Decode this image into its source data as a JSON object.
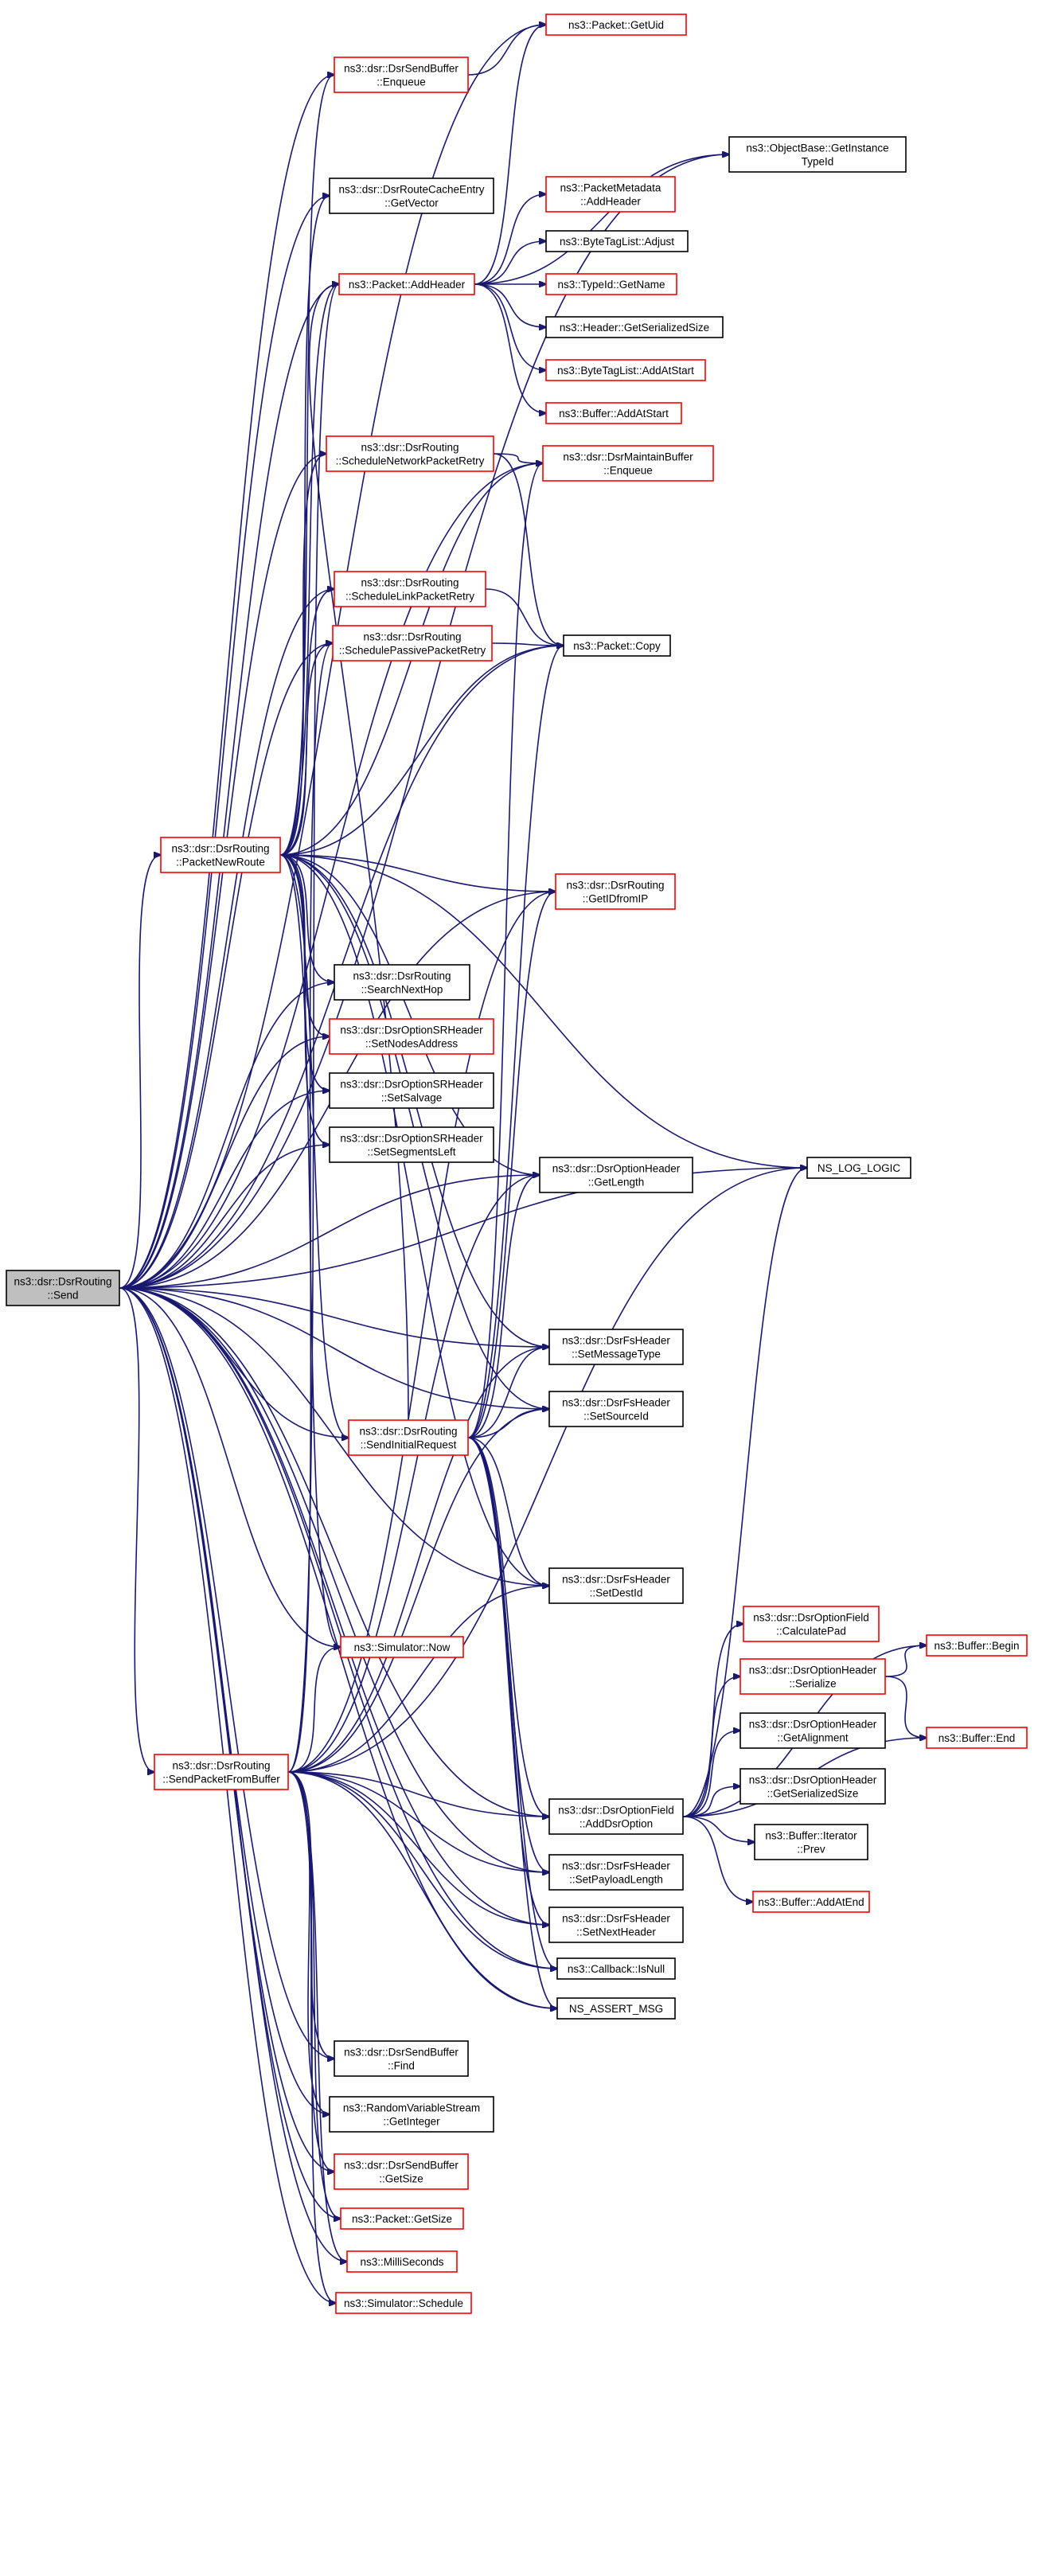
{
  "graph": {
    "colors": {
      "background": "#ffffff",
      "edge": "#191970",
      "node_fill": "#ffffff",
      "node_fill_root": "#bfbfbf",
      "node_border_plain": "#000000",
      "node_border_truncated": "#ff0000",
      "node_border_root": "#000000",
      "text": "#000000"
    },
    "nodes": [
      {
        "id": "send",
        "lines": [
          "ns3::dsr::DsrRouting",
          "::Send"
        ],
        "kind": "root"
      },
      {
        "id": "getUid",
        "lines": [
          "ns3::Packet::GetUid"
        ],
        "kind": "truncated"
      },
      {
        "id": "sbEnqueue",
        "lines": [
          "ns3::dsr::DsrSendBuffer",
          "::Enqueue"
        ],
        "kind": "truncated"
      },
      {
        "id": "objGetInstance",
        "lines": [
          "ns3::ObjectBase::GetInstance",
          "TypeId"
        ],
        "kind": "plain"
      },
      {
        "id": "rceGetVector",
        "lines": [
          "ns3::dsr::DsrRouteCacheEntry",
          "::GetVector"
        ],
        "kind": "plain"
      },
      {
        "id": "pmAddHeader",
        "lines": [
          "ns3::PacketMetadata",
          "::AddHeader"
        ],
        "kind": "truncated"
      },
      {
        "id": "btlAdjust",
        "lines": [
          "ns3::ByteTagList::Adjust"
        ],
        "kind": "plain"
      },
      {
        "id": "pktAddHeader",
        "lines": [
          "ns3::Packet::AddHeader"
        ],
        "kind": "truncated"
      },
      {
        "id": "typeGetName",
        "lines": [
          "ns3::TypeId::GetName"
        ],
        "kind": "truncated"
      },
      {
        "id": "hdrGetSerSize",
        "lines": [
          "ns3::Header::GetSerializedSize"
        ],
        "kind": "plain"
      },
      {
        "id": "btlAddAtStart",
        "lines": [
          "ns3::ByteTagList::AddAtStart"
        ],
        "kind": "truncated"
      },
      {
        "id": "bufAddAtStart",
        "lines": [
          "ns3::Buffer::AddAtStart"
        ],
        "kind": "truncated"
      },
      {
        "id": "schedNetRetry",
        "lines": [
          "ns3::dsr::DsrRouting",
          "::ScheduleNetworkPacketRetry"
        ],
        "kind": "truncated"
      },
      {
        "id": "mbEnqueue",
        "lines": [
          "ns3::dsr::DsrMaintainBuffer",
          "::Enqueue"
        ],
        "kind": "truncated"
      },
      {
        "id": "schedLinkRetry",
        "lines": [
          "ns3::dsr::DsrRouting",
          "::ScheduleLinkPacketRetry"
        ],
        "kind": "truncated"
      },
      {
        "id": "pktCopy",
        "lines": [
          "ns3::Packet::Copy"
        ],
        "kind": "plain"
      },
      {
        "id": "schedPassRetry",
        "lines": [
          "ns3::dsr::DsrRouting",
          "::SchedulePassivePacketRetry"
        ],
        "kind": "truncated"
      },
      {
        "id": "pktNewRoute",
        "lines": [
          "ns3::dsr::DsrRouting",
          "::PacketNewRoute"
        ],
        "kind": "truncated"
      },
      {
        "id": "getIdFromIp",
        "lines": [
          "ns3::dsr::DsrRouting",
          "::GetIDfromIP"
        ],
        "kind": "truncated"
      },
      {
        "id": "searchNextHop",
        "lines": [
          "ns3::dsr::DsrRouting",
          "::SearchNextHop"
        ],
        "kind": "plain"
      },
      {
        "id": "srSetNodesAddr",
        "lines": [
          "ns3::dsr::DsrOptionSRHeader",
          "::SetNodesAddress"
        ],
        "kind": "truncated"
      },
      {
        "id": "srSetSalvage",
        "lines": [
          "ns3::dsr::DsrOptionSRHeader",
          "::SetSalvage"
        ],
        "kind": "plain"
      },
      {
        "id": "srSetSegLeft",
        "lines": [
          "ns3::dsr::DsrOptionSRHeader",
          "::SetSegmentsLeft"
        ],
        "kind": "plain"
      },
      {
        "id": "nsLogLogic",
        "lines": [
          "NS_LOG_LOGIC"
        ],
        "kind": "plain"
      },
      {
        "id": "ohGetLength",
        "lines": [
          "ns3::dsr::DsrOptionHeader",
          "::GetLength"
        ],
        "kind": "plain"
      },
      {
        "id": "fsSetMsgType",
        "lines": [
          "ns3::dsr::DsrFsHeader",
          "::SetMessageType"
        ],
        "kind": "plain"
      },
      {
        "id": "fsSetSourceId",
        "lines": [
          "ns3::dsr::DsrFsHeader",
          "::SetSourceId"
        ],
        "kind": "plain"
      },
      {
        "id": "sendInitReq",
        "lines": [
          "ns3::dsr::DsrRouting",
          "::SendInitialRequest"
        ],
        "kind": "truncated"
      },
      {
        "id": "fsSetDestId",
        "lines": [
          "ns3::dsr::DsrFsHeader",
          "::SetDestId"
        ],
        "kind": "plain"
      },
      {
        "id": "ofCalcPad",
        "lines": [
          "ns3::dsr::DsrOptionField",
          "::CalculatePad"
        ],
        "kind": "truncated"
      },
      {
        "id": "bufBegin",
        "lines": [
          "ns3::Buffer::Begin"
        ],
        "kind": "truncated"
      },
      {
        "id": "simNow",
        "lines": [
          "ns3::Simulator::Now"
        ],
        "kind": "truncated"
      },
      {
        "id": "ohSerialize",
        "lines": [
          "ns3::dsr::DsrOptionHeader",
          "::Serialize"
        ],
        "kind": "truncated"
      },
      {
        "id": "bufEnd",
        "lines": [
          "ns3::Buffer::End"
        ],
        "kind": "truncated"
      },
      {
        "id": "sendFromBuf",
        "lines": [
          "ns3::dsr::DsrRouting",
          "::SendPacketFromBuffer"
        ],
        "kind": "truncated"
      },
      {
        "id": "ohGetAlign",
        "lines": [
          "ns3::dsr::DsrOptionHeader",
          "::GetAlignment"
        ],
        "kind": "plain"
      },
      {
        "id": "ohGetSerSize",
        "lines": [
          "ns3::dsr::DsrOptionHeader",
          "::GetSerializedSize"
        ],
        "kind": "plain"
      },
      {
        "id": "ofAddDsrOpt",
        "lines": [
          "ns3::dsr::DsrOptionField",
          "::AddDsrOption"
        ],
        "kind": "plain"
      },
      {
        "id": "bufIterPrev",
        "lines": [
          "ns3::Buffer::Iterator",
          "::Prev"
        ],
        "kind": "plain"
      },
      {
        "id": "fsSetPayload",
        "lines": [
          "ns3::dsr::DsrFsHeader",
          "::SetPayloadLength"
        ],
        "kind": "plain"
      },
      {
        "id": "bufAddAtEnd",
        "lines": [
          "ns3::Buffer::AddAtEnd"
        ],
        "kind": "truncated"
      },
      {
        "id": "fsSetNextHdr",
        "lines": [
          "ns3::dsr::DsrFsHeader",
          "::SetNextHeader"
        ],
        "kind": "plain"
      },
      {
        "id": "cbIsNull",
        "lines": [
          "ns3::Callback::IsNull"
        ],
        "kind": "plain"
      },
      {
        "id": "nsAssertMsg",
        "lines": [
          "NS_ASSERT_MSG"
        ],
        "kind": "plain"
      },
      {
        "id": "sbFind",
        "lines": [
          "ns3::dsr::DsrSendBuffer",
          "::Find"
        ],
        "kind": "plain"
      },
      {
        "id": "rvsGetInt",
        "lines": [
          "ns3::RandomVariableStream",
          "::GetInteger"
        ],
        "kind": "plain"
      },
      {
        "id": "sbGetSize",
        "lines": [
          "ns3::dsr::DsrSendBuffer",
          "::GetSize"
        ],
        "kind": "truncated"
      },
      {
        "id": "pktGetSize",
        "lines": [
          "ns3::Packet::GetSize"
        ],
        "kind": "truncated"
      },
      {
        "id": "milliSec",
        "lines": [
          "ns3::MilliSeconds"
        ],
        "kind": "truncated"
      },
      {
        "id": "simSchedule",
        "lines": [
          "ns3::Simulator::Schedule"
        ],
        "kind": "truncated"
      }
    ],
    "edges": [
      [
        "send",
        "getUid"
      ],
      [
        "send",
        "sbEnqueue"
      ],
      [
        "send",
        "objGetInstance"
      ],
      [
        "send",
        "rceGetVector"
      ],
      [
        "send",
        "pktAddHeader"
      ],
      [
        "send",
        "schedNetRetry"
      ],
      [
        "send",
        "mbEnqueue"
      ],
      [
        "send",
        "schedLinkRetry"
      ],
      [
        "send",
        "pktCopy"
      ],
      [
        "send",
        "schedPassRetry"
      ],
      [
        "send",
        "pktNewRoute"
      ],
      [
        "send",
        "getIdFromIp"
      ],
      [
        "send",
        "searchNextHop"
      ],
      [
        "send",
        "srSetNodesAddr"
      ],
      [
        "send",
        "srSetSalvage"
      ],
      [
        "send",
        "srSetSegLeft"
      ],
      [
        "send",
        "nsLogLogic"
      ],
      [
        "send",
        "ohGetLength"
      ],
      [
        "send",
        "fsSetMsgType"
      ],
      [
        "send",
        "fsSetSourceId"
      ],
      [
        "send",
        "sendInitReq"
      ],
      [
        "send",
        "fsSetDestId"
      ],
      [
        "send",
        "simNow"
      ],
      [
        "send",
        "sendFromBuf"
      ],
      [
        "send",
        "ofAddDsrOpt"
      ],
      [
        "send",
        "fsSetPayload"
      ],
      [
        "send",
        "fsSetNextHdr"
      ],
      [
        "send",
        "cbIsNull"
      ],
      [
        "send",
        "nsAssertMsg"
      ],
      [
        "send",
        "sbFind"
      ],
      [
        "send",
        "rvsGetInt"
      ],
      [
        "send",
        "sbGetSize"
      ],
      [
        "send",
        "pktGetSize"
      ],
      [
        "send",
        "milliSec"
      ],
      [
        "send",
        "simSchedule"
      ],
      [
        "sbEnqueue",
        "getUid"
      ],
      [
        "pktAddHeader",
        "getUid"
      ],
      [
        "pktAddHeader",
        "objGetInstance"
      ],
      [
        "pktAddHeader",
        "pmAddHeader"
      ],
      [
        "pktAddHeader",
        "btlAdjust"
      ],
      [
        "pktAddHeader",
        "typeGetName"
      ],
      [
        "pktAddHeader",
        "hdrGetSerSize"
      ],
      [
        "pktAddHeader",
        "btlAddAtStart"
      ],
      [
        "pktAddHeader",
        "bufAddAtStart"
      ],
      [
        "schedNetRetry",
        "mbEnqueue"
      ],
      [
        "schedNetRetry",
        "pktCopy"
      ],
      [
        "schedLinkRetry",
        "pktCopy"
      ],
      [
        "schedPassRetry",
        "pktCopy"
      ],
      [
        "pktNewRoute",
        "sbEnqueue"
      ],
      [
        "pktNewRoute",
        "rceGetVector"
      ],
      [
        "pktNewRoute",
        "pktAddHeader"
      ],
      [
        "pktNewRoute",
        "schedNetRetry"
      ],
      [
        "pktNewRoute",
        "mbEnqueue"
      ],
      [
        "pktNewRoute",
        "schedLinkRetry"
      ],
      [
        "pktNewRoute",
        "pktCopy"
      ],
      [
        "pktNewRoute",
        "schedPassRetry"
      ],
      [
        "pktNewRoute",
        "getIdFromIp"
      ],
      [
        "pktNewRoute",
        "searchNextHop"
      ],
      [
        "pktNewRoute",
        "srSetNodesAddr"
      ],
      [
        "pktNewRoute",
        "srSetSalvage"
      ],
      [
        "pktNewRoute",
        "srSetSegLeft"
      ],
      [
        "pktNewRoute",
        "nsLogLogic"
      ],
      [
        "pktNewRoute",
        "ohGetLength"
      ],
      [
        "pktNewRoute",
        "fsSetMsgType"
      ],
      [
        "pktNewRoute",
        "fsSetSourceId"
      ],
      [
        "pktNewRoute",
        "sendInitReq"
      ],
      [
        "pktNewRoute",
        "fsSetDestId"
      ],
      [
        "pktNewRoute",
        "simNow"
      ],
      [
        "sendInitReq",
        "pktAddHeader"
      ],
      [
        "sendInitReq",
        "mbEnqueue"
      ],
      [
        "sendInitReq",
        "pktCopy"
      ],
      [
        "sendInitReq",
        "getIdFromIp"
      ],
      [
        "sendInitReq",
        "ohGetLength"
      ],
      [
        "sendInitReq",
        "fsSetMsgType"
      ],
      [
        "sendInitReq",
        "fsSetSourceId"
      ],
      [
        "sendInitReq",
        "fsSetDestId"
      ],
      [
        "sendInitReq",
        "ofAddDsrOpt"
      ],
      [
        "sendInitReq",
        "fsSetPayload"
      ],
      [
        "sendInitReq",
        "fsSetNextHdr"
      ],
      [
        "sendInitReq",
        "cbIsNull"
      ],
      [
        "sendInitReq",
        "nsAssertMsg"
      ],
      [
        "sendFromBuf",
        "pktAddHeader"
      ],
      [
        "sendFromBuf",
        "schedPassRetry"
      ],
      [
        "sendFromBuf",
        "getIdFromIp"
      ],
      [
        "sendFromBuf",
        "nsLogLogic"
      ],
      [
        "sendFromBuf",
        "ohGetLength"
      ],
      [
        "sendFromBuf",
        "fsSetMsgType"
      ],
      [
        "sendFromBuf",
        "fsSetSourceId"
      ],
      [
        "sendFromBuf",
        "fsSetDestId"
      ],
      [
        "sendFromBuf",
        "simNow"
      ],
      [
        "sendFromBuf",
        "ofAddDsrOpt"
      ],
      [
        "sendFromBuf",
        "fsSetPayload"
      ],
      [
        "sendFromBuf",
        "fsSetNextHdr"
      ],
      [
        "sendFromBuf",
        "cbIsNull"
      ],
      [
        "sendFromBuf",
        "nsAssertMsg"
      ],
      [
        "sendFromBuf",
        "sbFind"
      ],
      [
        "sendFromBuf",
        "rvsGetInt"
      ],
      [
        "sendFromBuf",
        "sbGetSize"
      ],
      [
        "sendFromBuf",
        "pktGetSize"
      ],
      [
        "sendFromBuf",
        "milliSec"
      ],
      [
        "sendFromBuf",
        "simSchedule"
      ],
      [
        "ofAddDsrOpt",
        "nsLogLogic"
      ],
      [
        "ofAddDsrOpt",
        "ofCalcPad"
      ],
      [
        "ofAddDsrOpt",
        "ohSerialize"
      ],
      [
        "ofAddDsrOpt",
        "ohGetAlign"
      ],
      [
        "ofAddDsrOpt",
        "ohGetSerSize"
      ],
      [
        "ofAddDsrOpt",
        "bufIterPrev"
      ],
      [
        "ofAddDsrOpt",
        "bufAddAtEnd"
      ],
      [
        "ofAddDsrOpt",
        "bufEnd"
      ],
      [
        "ofAddDsrOpt",
        "bufBegin"
      ],
      [
        "ohSerialize",
        "bufBegin"
      ],
      [
        "ohSerialize",
        "bufEnd"
      ]
    ]
  }
}
